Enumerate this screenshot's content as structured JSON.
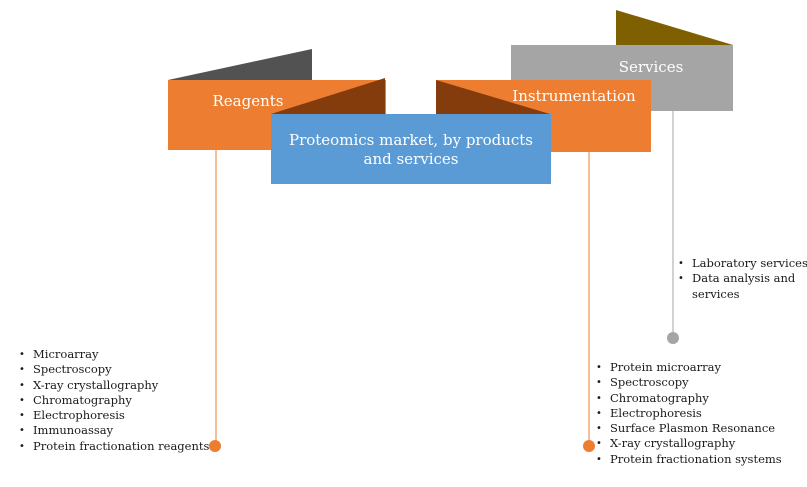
{
  "diagram": {
    "center_title": "Proteomics market, by products and services",
    "categories": {
      "reagents": {
        "title": "Reagents",
        "items": [
          "Microarray",
          "Spectroscopy",
          "X-ray crystallography",
          "Chromatography",
          "Electrophoresis",
          "Immunoassay",
          "Protein fractionation reagents"
        ]
      },
      "instrumentation": {
        "title": "Instrumentation",
        "items": [
          "Protein microarray",
          "Spectroscopy",
          "Chromatography",
          "Electrophoresis",
          "Surface Plasmon Resonance",
          "X-ray crystallography",
          "Protein fractionation systems"
        ]
      },
      "services": {
        "title": "Services",
        "items": [
          "Laboratory services",
          "Data analysis and services"
        ]
      }
    }
  },
  "colors": {
    "orange": "#ed7d31",
    "orange_dark": "#843c0c",
    "charcoal": "#525252",
    "blue": "#5b9bd5",
    "gray": "#a5a5a5",
    "olive": "#7f6000",
    "gray_connector": "#a5a5a5"
  }
}
